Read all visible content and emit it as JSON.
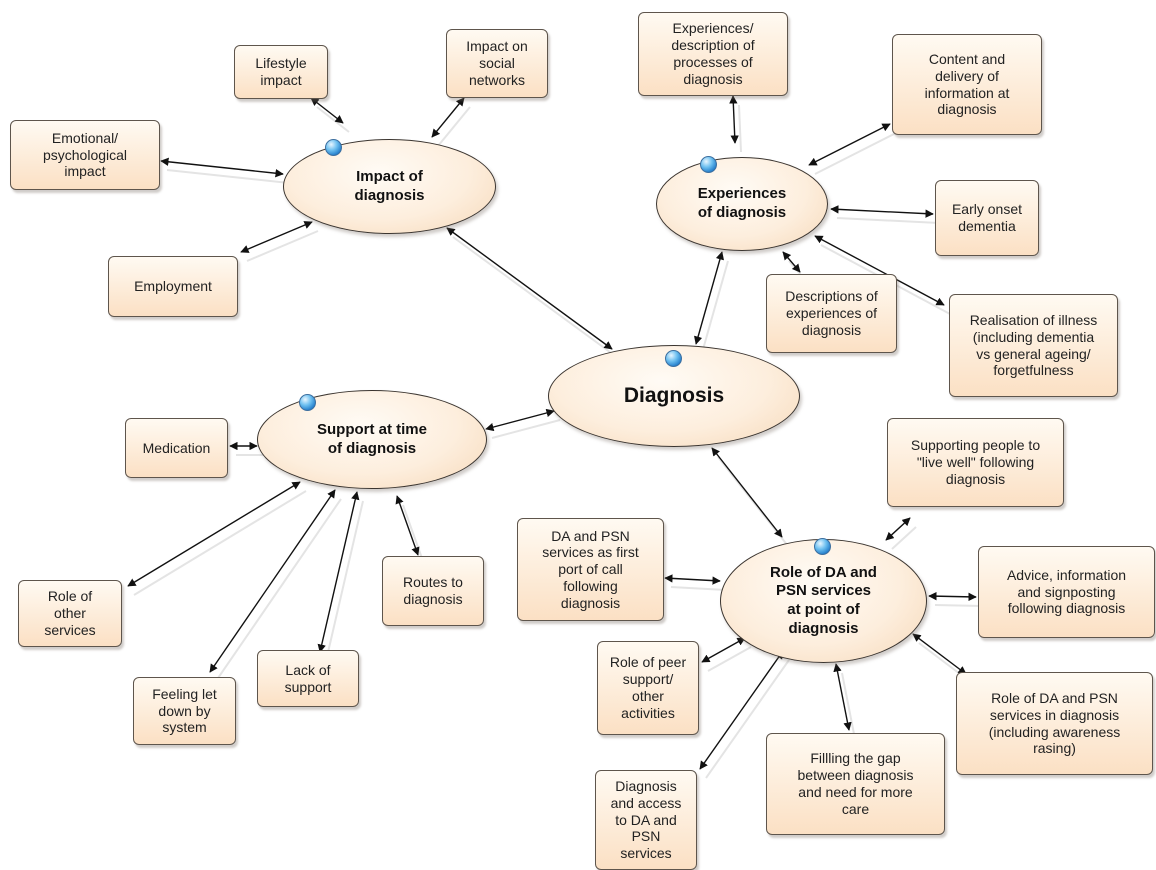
{
  "hubs": {
    "diagnosis": "Diagnosis",
    "impact": "Impact of\ndiagnosis",
    "experiences": "Experiences\nof diagnosis",
    "support": "Support at time\nof diagnosis",
    "role": "Role of DA and\nPSN services\nat point of\ndiagnosis"
  },
  "topics": {
    "lifestyle": "Lifestyle\nimpact",
    "social": "Impact on\nsocial\nnetworks",
    "emotional": "Emotional/\npsychological\nimpact",
    "employment": "Employment",
    "exp_processes": "Experiences/\ndescription of\nprocesses of\ndiagnosis",
    "content_delivery": "Content and\ndelivery of\ninformation at\ndiagnosis",
    "early_onset": "Early onset\ndementia",
    "descriptions_exp": "Descriptions of\nexperiences of\ndiagnosis",
    "realisation": "Realisation of illness\n(including dementia\nvs general ageing/\nforgetfulness",
    "medication": "Medication",
    "role_other": "Role of\nother\nservices",
    "routes": "Routes to\ndiagnosis",
    "lack_support": "Lack of\nsupport",
    "let_down": "Feeling let\ndown by\nsystem",
    "supporting_live_well": "Supporting people to\n\"live well\" following\ndiagnosis",
    "first_port": "DA and PSN\nservices as first\nport of call\nfollowing\ndiagnosis",
    "advice": "Advice, information\nand signposting\nfollowing diagnosis",
    "peer_support": "Role of peer\nsupport/\nother\nactivities",
    "role_in_diagnosis": "Role of DA and PSN\nservices in diagnosis\n(including awareness\nrasing)",
    "filling_gap": "Fillling the gap\nbetween diagnosis\nand need for more\ncare",
    "access": "Diagnosis\nand access\nto DA and\nPSN\nservices"
  }
}
